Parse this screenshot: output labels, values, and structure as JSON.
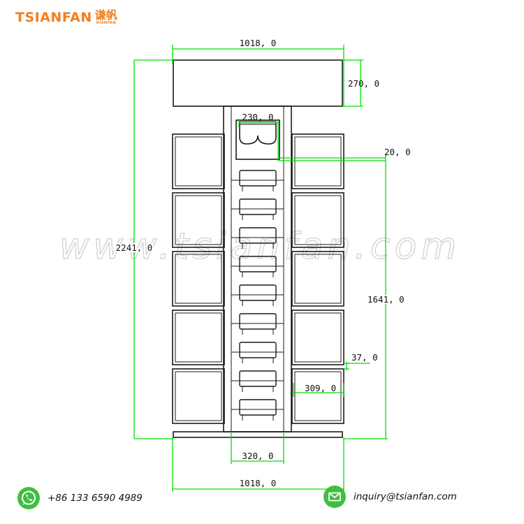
{
  "brand": {
    "name": "TSIANFAN",
    "name_cn": "谦帆",
    "name_cn_sub": "QIANFAN",
    "color": "#f07f1e"
  },
  "watermark": "www.tsianfan.com",
  "dimensions": {
    "overall_width_top": "1018, 0",
    "overall_width_bottom": "1018, 0",
    "overall_height": "2241, 0",
    "header_height": "270, 0",
    "niche_width": "230, 0",
    "gap": "20, 0",
    "column_height": "1641, 0",
    "panel_spacing": "37, 0",
    "panel_width": "309, 0",
    "column_width": "320, 0"
  },
  "contact": {
    "phone": "+86 133 6590 4989",
    "email": "inquiry@tsianfan.com",
    "phone_icon": "whatsapp-icon",
    "email_icon": "envelope-icon",
    "icon_color": "#3fbf3f"
  },
  "colors": {
    "dimension_lines": "#00e000",
    "drawing_lines": "#1a1a1a"
  }
}
